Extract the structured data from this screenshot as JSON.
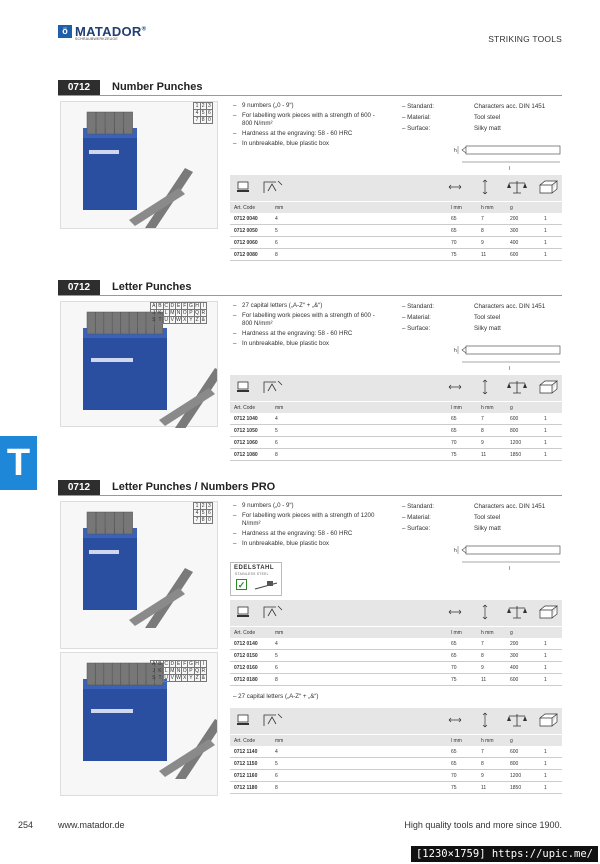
{
  "brand": {
    "logo_letter": "ö",
    "name": "MATADOR",
    "trademark": "®",
    "sub": "SCHRAUBWERKZEUGE"
  },
  "header": {
    "category": "STRIKING TOOLS"
  },
  "side_tab": "T",
  "icon_labels": {
    "art_code": "Art. Code",
    "mm": "mm",
    "l_mm": "l mm",
    "h_mm": "h mm",
    "g": "g"
  },
  "drawing": {
    "h": "h",
    "l": "l"
  },
  "sections": [
    {
      "code": "0712",
      "title": "Number Punches",
      "grid": [
        [
          "1",
          "2",
          "3"
        ],
        [
          "4",
          "5",
          "6"
        ],
        [
          "7",
          "8",
          "0"
        ]
      ],
      "bullets": [
        "9 numbers („0 - 9“)",
        "For labelling work pieces with a strength of 600 - 800 N/mm²",
        "Hardness at the engraving: 58 - 60 HRC",
        "In unbreakable, blue plastic box"
      ],
      "specs": [
        {
          "k": "Standard:",
          "v": "Characters acc. DIN 1451"
        },
        {
          "k": "Material:",
          "v": "Tool steel"
        },
        {
          "k": "Surface:",
          "v": "Silky matt"
        }
      ],
      "rows": [
        [
          "0712 0040",
          "4",
          "65",
          "7",
          "200",
          "1"
        ],
        [
          "0712 0050",
          "5",
          "65",
          "8",
          "300",
          "1"
        ],
        [
          "0712 0060",
          "6",
          "70",
          "9",
          "400",
          "1"
        ],
        [
          "0712 0080",
          "8",
          "75",
          "11",
          "600",
          "1"
        ]
      ]
    },
    {
      "code": "0712",
      "title": "Letter Punches",
      "grid": [
        [
          "A",
          "B",
          "C",
          "D",
          "E",
          "F",
          "G",
          "H",
          "I"
        ],
        [
          "J",
          "K",
          "L",
          "M",
          "N",
          "O",
          "P",
          "Q",
          "R"
        ],
        [
          "S",
          "T",
          "U",
          "V",
          "W",
          "X",
          "Y",
          "Z",
          "&"
        ]
      ],
      "bullets": [
        "27 capital letters („A-Z“ + „&“)",
        "For labelling work pieces with a strength of 600 - 800 N/mm²",
        "Hardness at the engraving: 58 - 60 HRC",
        "In unbreakable, blue plastic box"
      ],
      "specs": [
        {
          "k": "Standard:",
          "v": "Characters acc. DIN 1451"
        },
        {
          "k": "Material:",
          "v": "Tool steel"
        },
        {
          "k": "Surface:",
          "v": "Silky matt"
        }
      ],
      "rows": [
        [
          "0712 1040",
          "4",
          "65",
          "7",
          "600",
          "1"
        ],
        [
          "0712 1050",
          "5",
          "65",
          "8",
          "800",
          "1"
        ],
        [
          "0712 1060",
          "6",
          "70",
          "9",
          "1200",
          "1"
        ],
        [
          "0712 1080",
          "8",
          "75",
          "11",
          "1850",
          "1"
        ]
      ]
    },
    {
      "code": "0712",
      "title": "Letter Punches / Numbers PRO",
      "grid": [
        [
          "1",
          "2",
          "3"
        ],
        [
          "4",
          "5",
          "6"
        ],
        [
          "7",
          "8",
          "0"
        ]
      ],
      "grid2": [
        [
          "A",
          "B",
          "C",
          "D",
          "E",
          "F",
          "G",
          "H",
          "I"
        ],
        [
          "J",
          "K",
          "L",
          "M",
          "N",
          "O",
          "P",
          "Q",
          "R"
        ],
        [
          "S",
          "T",
          "U",
          "V",
          "W",
          "X",
          "Y",
          "Z",
          "&"
        ]
      ],
      "bullets": [
        "9 numbers („0 - 9“)",
        "For labelling work pieces with a strength of 1200 N/mm²",
        "Hardness at the engraving: 58 - 60 HRC",
        "In unbreakable, blue plastic box"
      ],
      "specs": [
        {
          "k": "Standard:",
          "v": "Characters acc. DIN 1451"
        },
        {
          "k": "Material:",
          "v": "Tool steel"
        },
        {
          "k": "Surface:",
          "v": "Silky matt"
        }
      ],
      "badge": {
        "title": "EDELSTAHL",
        "sub": "STAINLESS STEEL"
      },
      "rows": [
        [
          "0712 0140",
          "4",
          "65",
          "7",
          "200",
          "1"
        ],
        [
          "0712 0150",
          "5",
          "65",
          "8",
          "300",
          "1"
        ],
        [
          "0712 0160",
          "6",
          "70",
          "9",
          "400",
          "1"
        ],
        [
          "0712 0180",
          "8",
          "75",
          "11",
          "600",
          "1"
        ]
      ],
      "note2": "27 capital letters („A-Z“ + „&“)",
      "rows2": [
        [
          "0712 1140",
          "4",
          "65",
          "7",
          "600",
          "1"
        ],
        [
          "0712 1150",
          "5",
          "65",
          "8",
          "800",
          "1"
        ],
        [
          "0712 1160",
          "6",
          "70",
          "9",
          "1200",
          "1"
        ],
        [
          "0712 1180",
          "8",
          "75",
          "11",
          "1850",
          "1"
        ]
      ]
    }
  ],
  "footer": {
    "page": "254",
    "url": "www.matador.de",
    "tagline": "High quality tools and more since 1900."
  },
  "watermark": "[1230×1759] https://upic.me/"
}
